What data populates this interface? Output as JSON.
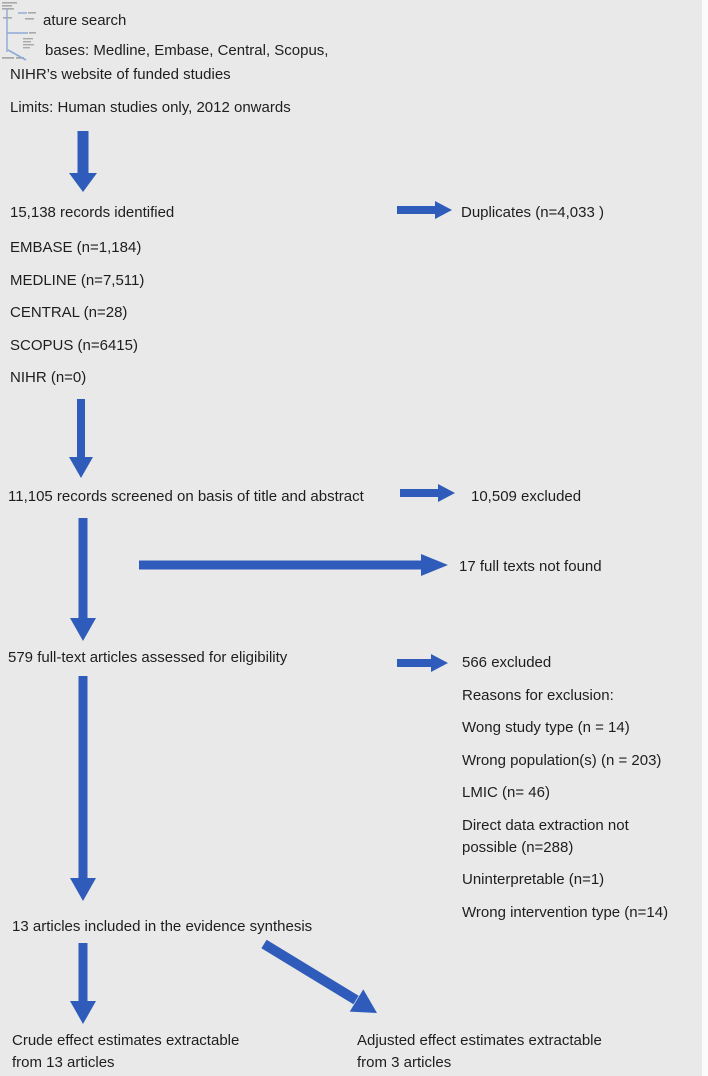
{
  "colors": {
    "background": "#e9e9e9",
    "arrow": "#2f5cba",
    "text": "#1e1e1e",
    "artifact_blue": "#8fa9d6"
  },
  "search_header": {
    "line1": "ature search",
    "line2": "bases: Medline, Embase, Central, Scopus,",
    "line3": "NIHR’s website of funded studies",
    "limits": "Limits: Human studies only, 2012 onwards"
  },
  "records_identified": {
    "title": "15,138 records identified",
    "sources": [
      "EMBASE (n=1,184)",
      "MEDLINE (n=7,511)",
      "CENTRAL (n=28)",
      "SCOPUS (n=6415)",
      "NIHR (n=0)"
    ]
  },
  "duplicates_label": "Duplicates (n=4,033 )",
  "screening": {
    "screened": "11,105 records screened on basis of title and abstract",
    "excluded": "10,509 excluded",
    "not_found": "17 full texts not found"
  },
  "eligibility": {
    "assessed": "579 full-text articles assessed for eligibility",
    "excluded_title": "566 excluded",
    "reasons_label": "Reasons for exclusion:",
    "reasons": [
      "Wong study type (n = 14)",
      "Wrong population(s) (n = 203)",
      "LMIC (n= 46)",
      "Direct data extraction not possible (n=288)",
      "Uninterpretable (n=1)",
      "Wrong intervention type (n=14)"
    ]
  },
  "synthesis": {
    "included": "13 articles included in the evidence synthesis",
    "crude_line1": "Crude effect estimates extractable",
    "crude_line2": "from 13 articles",
    "adjusted_line1": "Adjusted effect estimates extractable",
    "adjusted_line2": "from 3 articles"
  }
}
